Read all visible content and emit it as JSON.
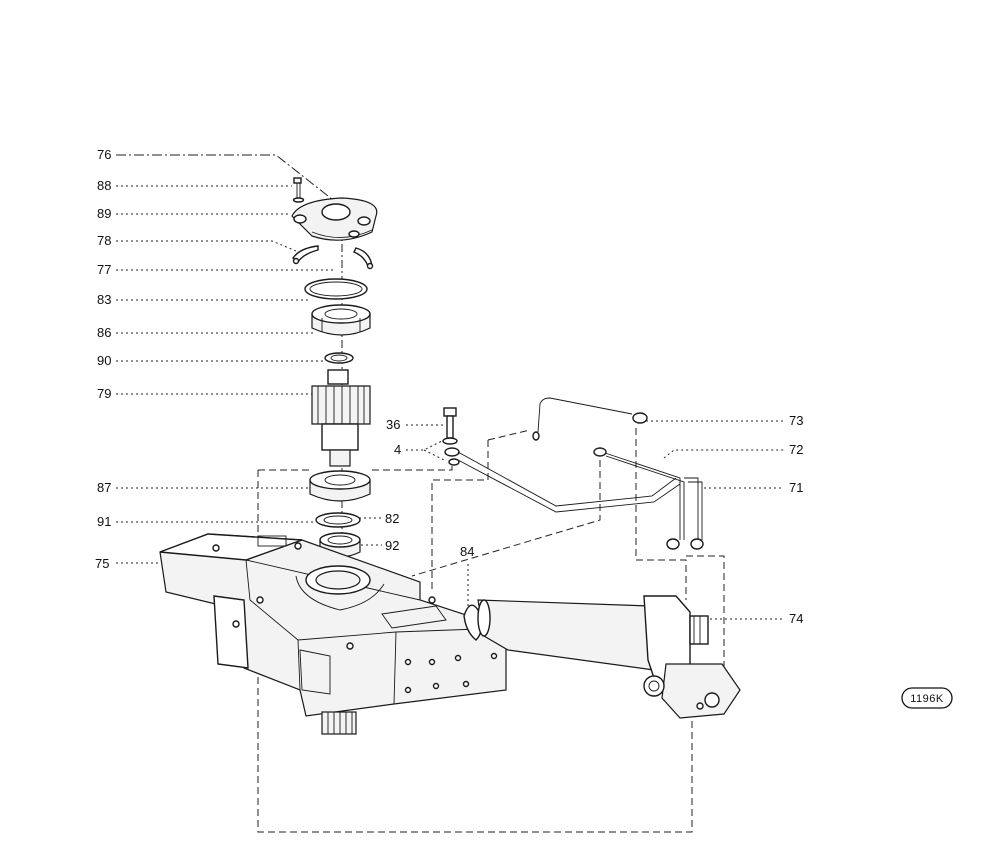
{
  "callouts": [
    {
      "id": "76",
      "text": "76"
    },
    {
      "id": "88",
      "text": "88"
    },
    {
      "id": "89",
      "text": "89"
    },
    {
      "id": "78",
      "text": "78"
    },
    {
      "id": "77",
      "text": "77"
    },
    {
      "id": "83",
      "text": "83"
    },
    {
      "id": "86",
      "text": "86"
    },
    {
      "id": "90",
      "text": "90"
    },
    {
      "id": "79",
      "text": "79"
    },
    {
      "id": "36",
      "text": "36"
    },
    {
      "id": "4",
      "text": "4"
    },
    {
      "id": "87",
      "text": "87"
    },
    {
      "id": "91",
      "text": "91"
    },
    {
      "id": "82",
      "text": "82"
    },
    {
      "id": "92",
      "text": "92"
    },
    {
      "id": "75",
      "text": "75"
    },
    {
      "id": "84",
      "text": "84"
    },
    {
      "id": "73",
      "text": "73"
    },
    {
      "id": "72",
      "text": "72"
    },
    {
      "id": "71",
      "text": "71"
    },
    {
      "id": "74",
      "text": "74"
    }
  ],
  "figure_code": "1196K"
}
